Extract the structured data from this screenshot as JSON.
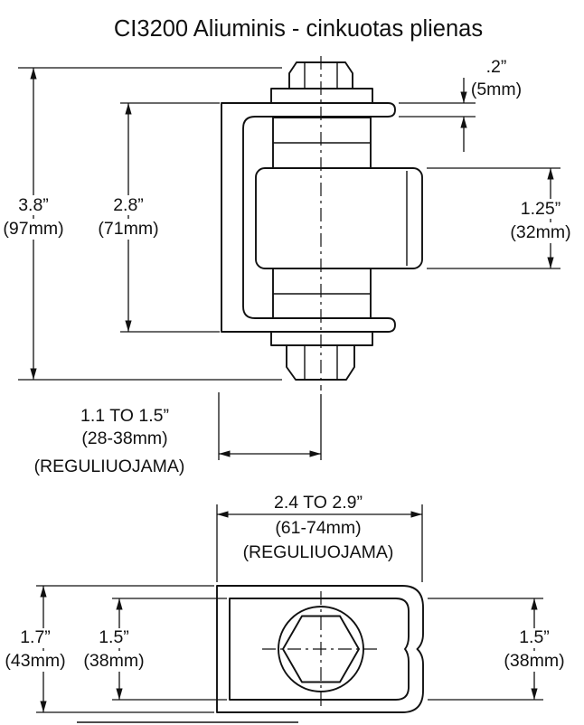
{
  "title": "CI3200 Aliuminis - cinkuotas plienas",
  "colors": {
    "line": "#111111",
    "background": "#ffffff"
  },
  "side_view": {
    "overall_height": {
      "imperial": "3.8”",
      "metric": "(97mm)"
    },
    "bracket_height": {
      "imperial": "2.8”",
      "metric": "(71mm)"
    },
    "flange_thickness": {
      "imperial": ".2”",
      "metric": "(5mm)"
    },
    "roller_length": {
      "imperial": "1.25”",
      "metric": "(32mm)"
    },
    "setback": {
      "imperial": "1.1 TO 1.5”",
      "metric": "(28-38mm)",
      "note": "(REGULIUOJAMA)"
    }
  },
  "top_view": {
    "adjustable_width": {
      "imperial": "2.4 TO 2.9”",
      "metric": "(61-74mm)",
      "note": "(REGULIUOJAMA)"
    },
    "outer_depth": {
      "imperial": "1.7”",
      "metric": "(43mm)"
    },
    "inner_depth_left": {
      "imperial": "1.5”",
      "metric": "(38mm)"
    },
    "inner_depth_right": {
      "imperial": "1.5”",
      "metric": "(38mm)"
    }
  }
}
